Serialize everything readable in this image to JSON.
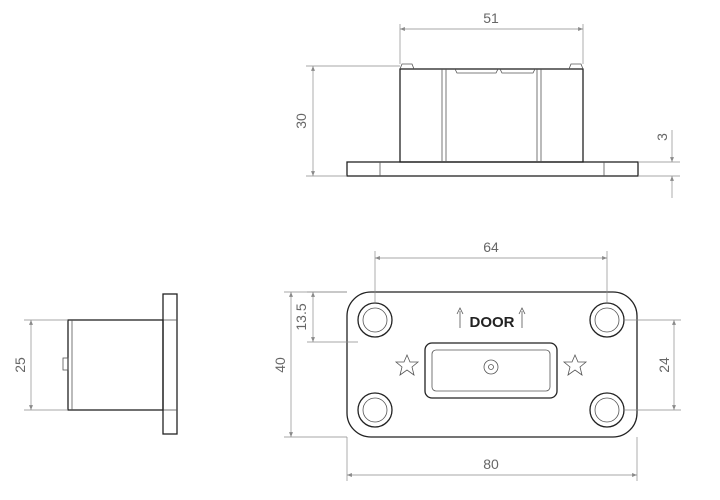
{
  "top_view": {
    "dim_width": "51",
    "dim_height": "30",
    "dim_flange": "3"
  },
  "side_view": {
    "dim_height": "25"
  },
  "front_view": {
    "dim_hole_spacing_x": "64",
    "dim_top_offset": "13.5",
    "dim_height": "40",
    "dim_hole_spacing_y": "24",
    "dim_width": "80",
    "door_label": "DOOR"
  },
  "colors": {
    "line": "#222222",
    "dimension": "#8a8a8a",
    "background": "#ffffff"
  }
}
